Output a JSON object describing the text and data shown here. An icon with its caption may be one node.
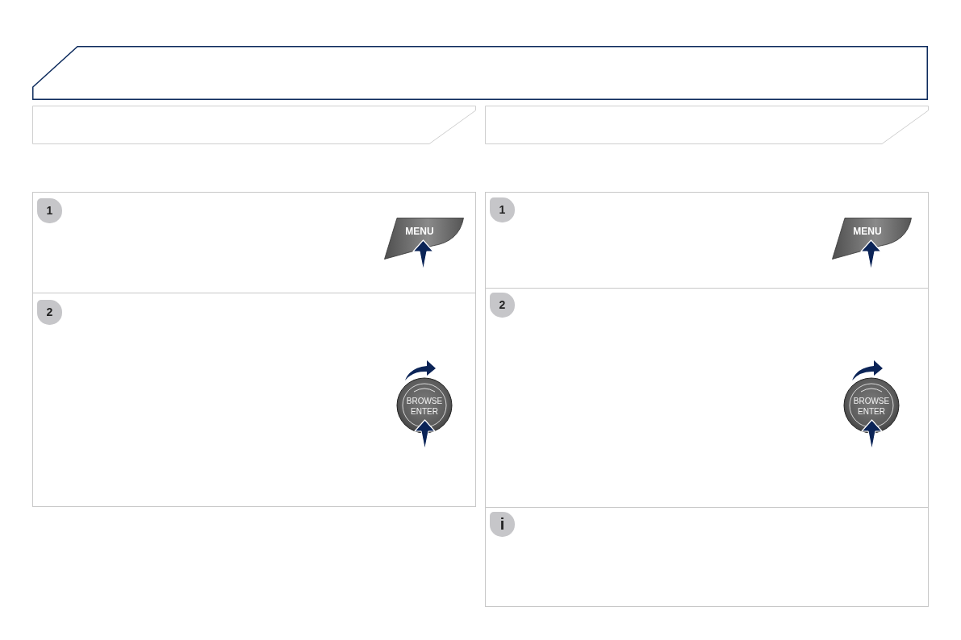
{
  "diagram": {
    "nodes": [
      {
        "text": [],
        "shape": "box"
      },
      {
        "text": [],
        "shape": "box"
      },
      {
        "text": [],
        "shape": "box"
      },
      {
        "text": [],
        "shape": "box"
      },
      {
        "text": [
          "1"
        ],
        "in": 3
      },
      {
        "text": [
          "MENU"
        ],
        "in": 3
      },
      {
        "text": [],
        "shape": "box"
      },
      {
        "text": [
          "2"
        ],
        "in": 6
      },
      {
        "text": [
          "BROWSE ENTER"
        ],
        "in": 6
      },
      {
        "text": [],
        "shape": "box"
      },
      {
        "text": [
          "1"
        ],
        "in": 9
      },
      {
        "text": [
          "MENU"
        ],
        "in": 9
      },
      {
        "text": [],
        "shape": "box"
      },
      {
        "text": [
          "2"
        ],
        "in": 12
      },
      {
        "text": [
          "BROWSE ENTER"
        ],
        "in": 12
      },
      {
        "text": [],
        "shape": "box"
      },
      {
        "text": [
          "i"
        ],
        "in": 15
      }
    ]
  }
}
